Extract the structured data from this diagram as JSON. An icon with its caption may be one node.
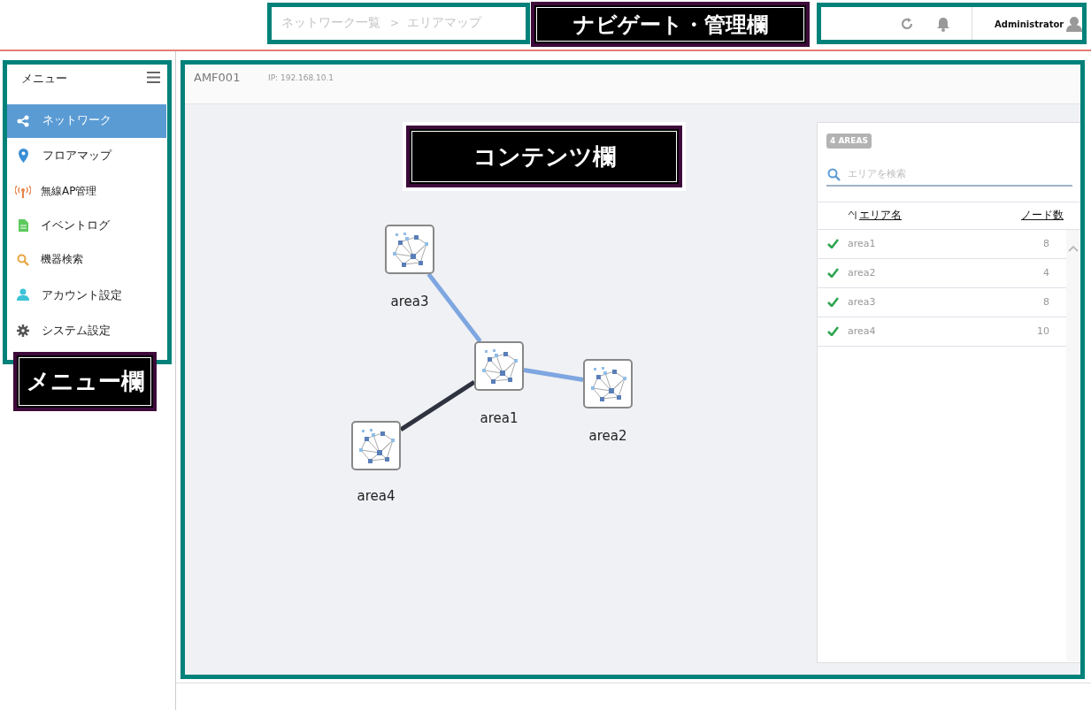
{
  "diagram": {
    "nodes": [
      {
        "text": [
          "area3"
        ]
      },
      {
        "text": [
          "area1"
        ]
      },
      {
        "text": [
          "area2"
        ]
      },
      {
        "text": [
          "area4"
        ]
      }
    ],
    "edges": [
      {
        "from": 0,
        "to": 1,
        "arrow": "none"
      },
      {
        "from": 1,
        "to": 2,
        "arrow": "none"
      },
      {
        "from": 3,
        "to": 1,
        "arrow": "none",
        "color": "#2f3340"
      }
    ],
    "labels": [
      "ネットワーク一覧",
      ">",
      "エリアマップ",
      "ナビゲート・管理欄",
      "Administrator",
      "メニュー",
      "ネットワーク",
      "フロアマップ",
      "無線AP管理",
      "イベントログ",
      "機器検索",
      "アカウント設定",
      "システム設定",
      "メニュー欄",
      "AMF001",
      "IP: 192.168.10.1",
      "コンテンツ欄",
      "4 AREAS",
      "エリアを検索",
      "エリア名",
      "ノード数",
      "area1",
      "8",
      "area2",
      "4",
      "area3",
      "8",
      "area4",
      "10"
    ]
  }
}
